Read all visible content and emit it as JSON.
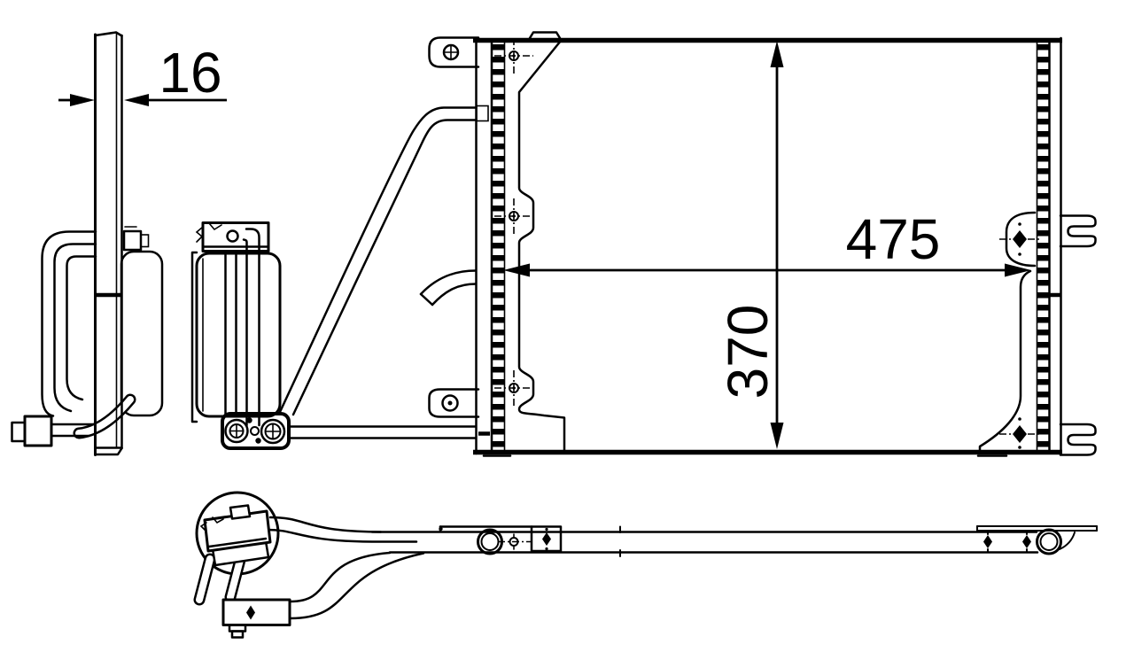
{
  "page": {
    "background": "#ffffff"
  },
  "drawing": {
    "type": "technical-line-drawing",
    "line_color": "#000000",
    "dimension_labels": {
      "thickness": "16",
      "width": "475",
      "height": "370"
    },
    "views": [
      {
        "name": "side-profile-view"
      },
      {
        "name": "receiver-drier-side-view"
      },
      {
        "name": "front-view"
      },
      {
        "name": "top-view"
      }
    ],
    "marker_icons": {
      "mount_hole_marker": "crosshair-circle",
      "fastening_point_marker": "filled-diamond",
      "screw_head_icon": "circled-cross"
    }
  }
}
